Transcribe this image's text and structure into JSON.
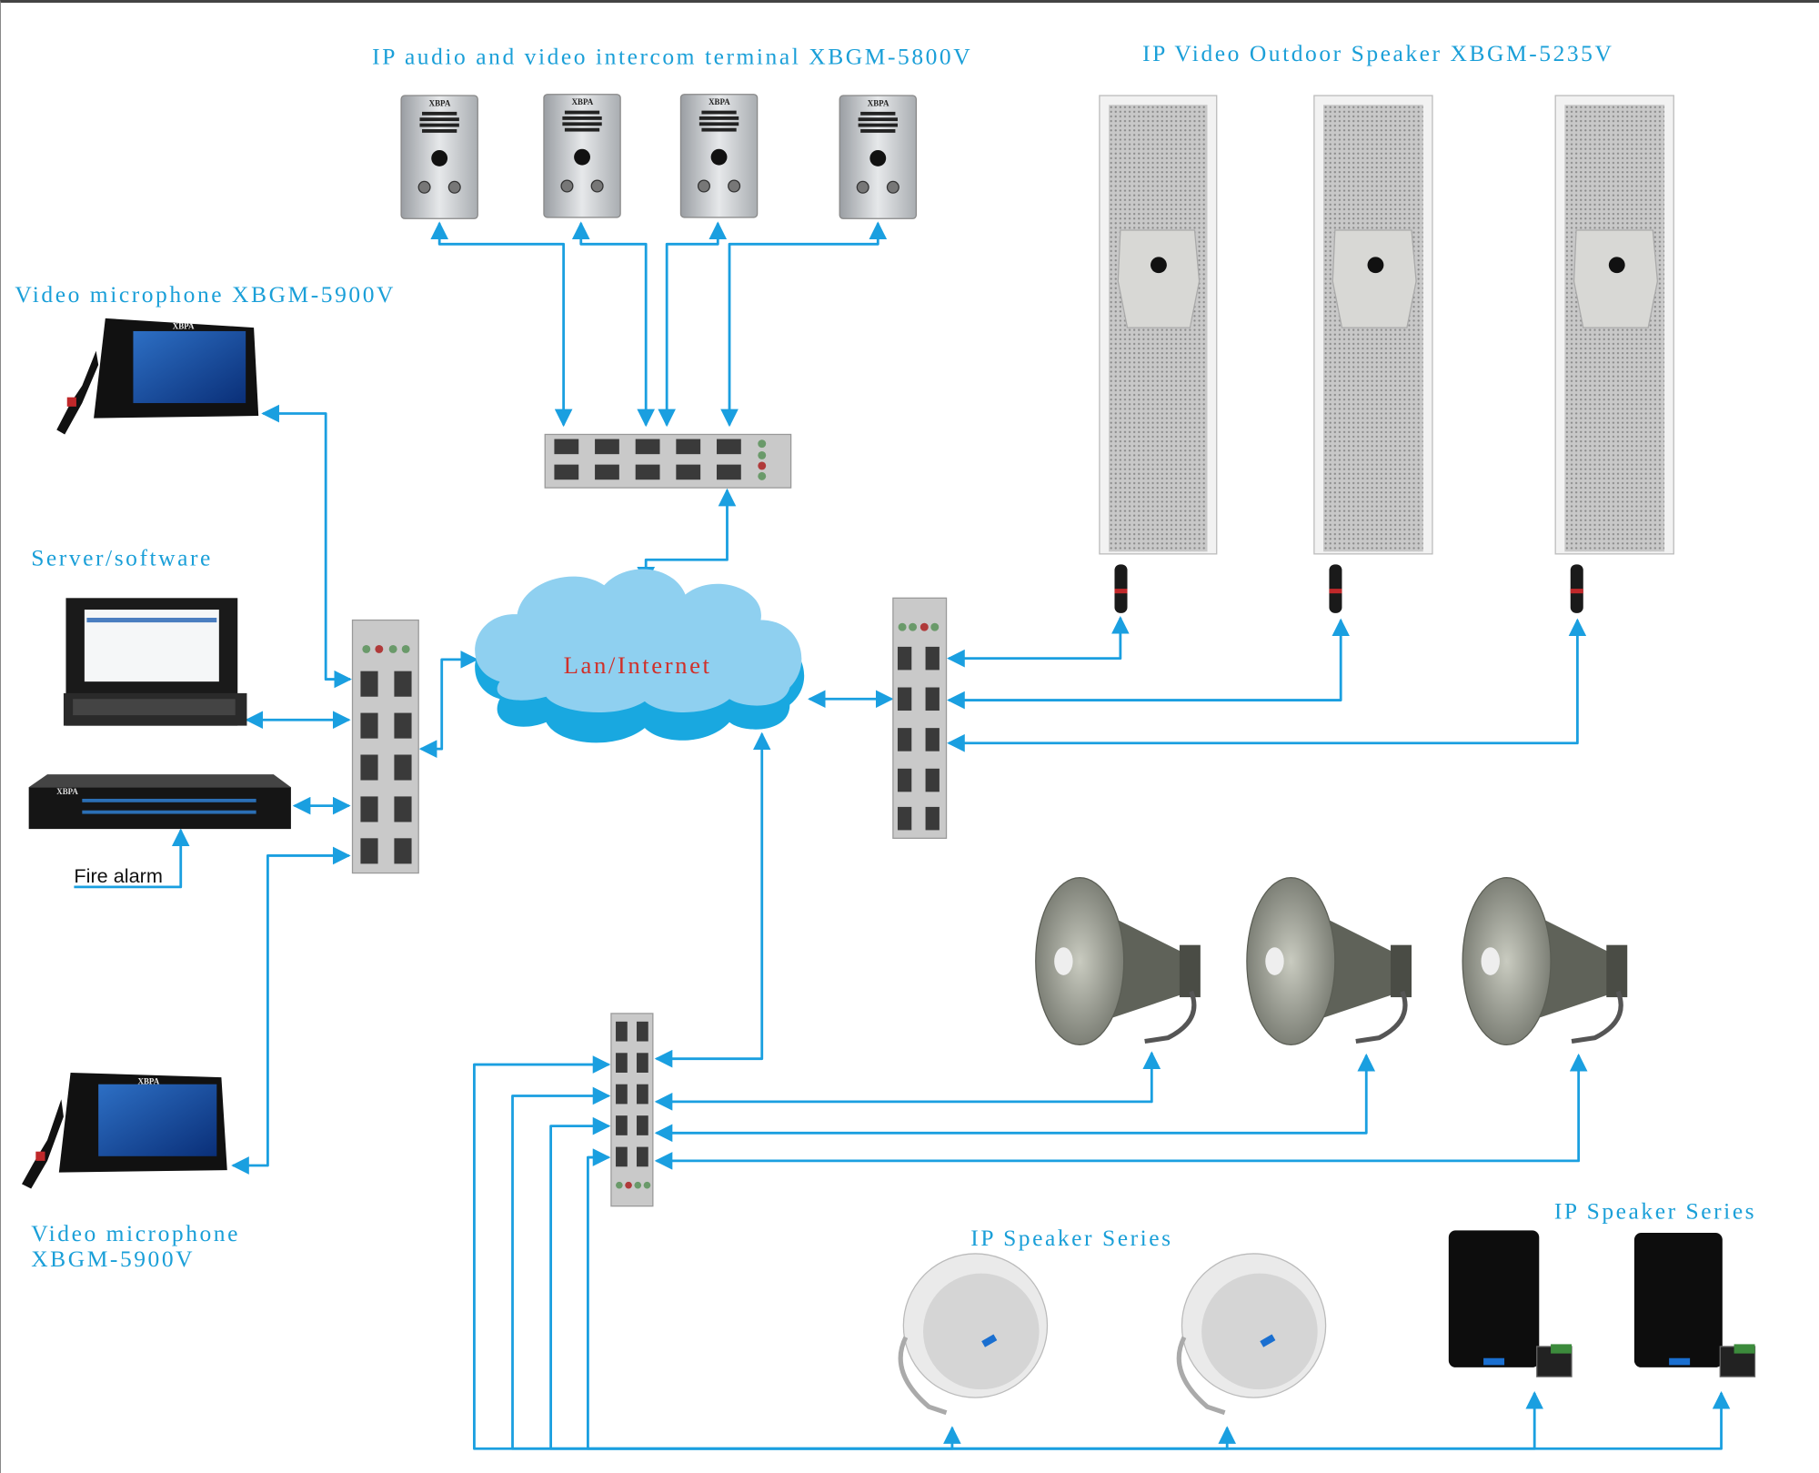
{
  "labels": {
    "intercom_title": "IP audio and video intercom terminal XBGM-5800V",
    "outdoor_speaker_title": "IP Video Outdoor Speaker XBGM-5235V",
    "video_mic_top": "Video microphone XBGM-5900V",
    "server": "Server/software",
    "fire_alarm": "Fire alarm",
    "video_mic_bottom_line1": "Video microphone",
    "video_mic_bottom_line2": "XBGM-5900V",
    "ip_speaker_ceiling": "IP Speaker Series",
    "ip_speaker_wall": "IP Speaker Series",
    "network": "Lan/Internet"
  },
  "brand": "XBPA",
  "colors": {
    "link_line": "#1a9fe0",
    "label_text": "#1a9fd8",
    "cloud": "#8fd0f0",
    "network_text": "#d0302a"
  }
}
